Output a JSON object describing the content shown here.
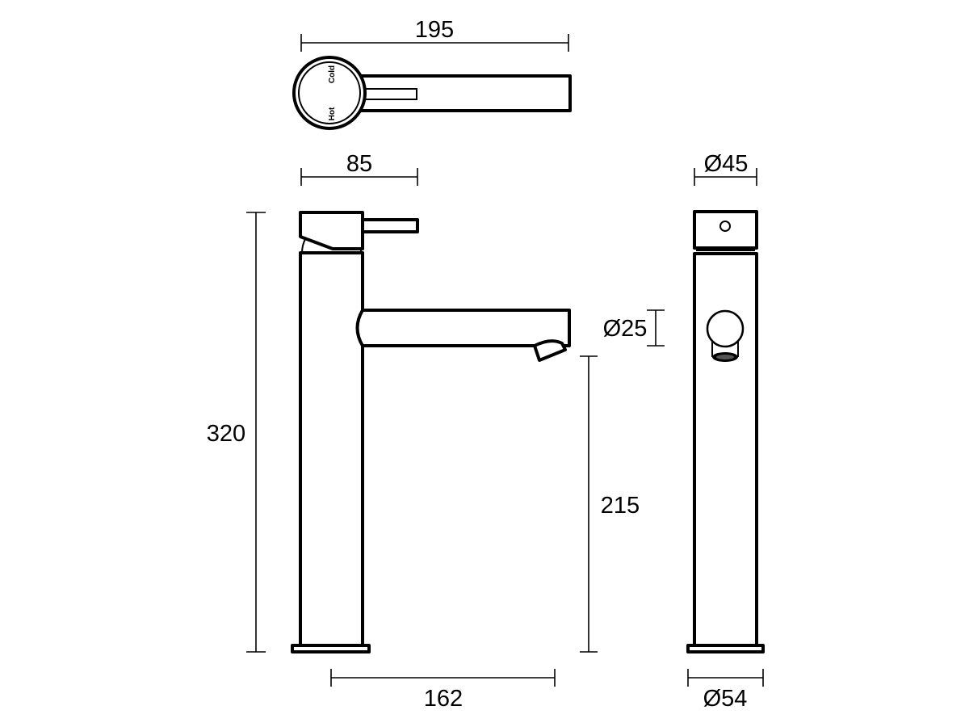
{
  "dimensions": {
    "top_width": "195",
    "head_width": "85",
    "side_head_diameter": "Ø45",
    "overall_height": "320",
    "spout_diameter": "Ø25",
    "spout_height": "215",
    "spout_reach": "162",
    "base_diameter": "Ø54"
  },
  "handle_labels": {
    "cold": "Cold",
    "hot": "Hot"
  }
}
